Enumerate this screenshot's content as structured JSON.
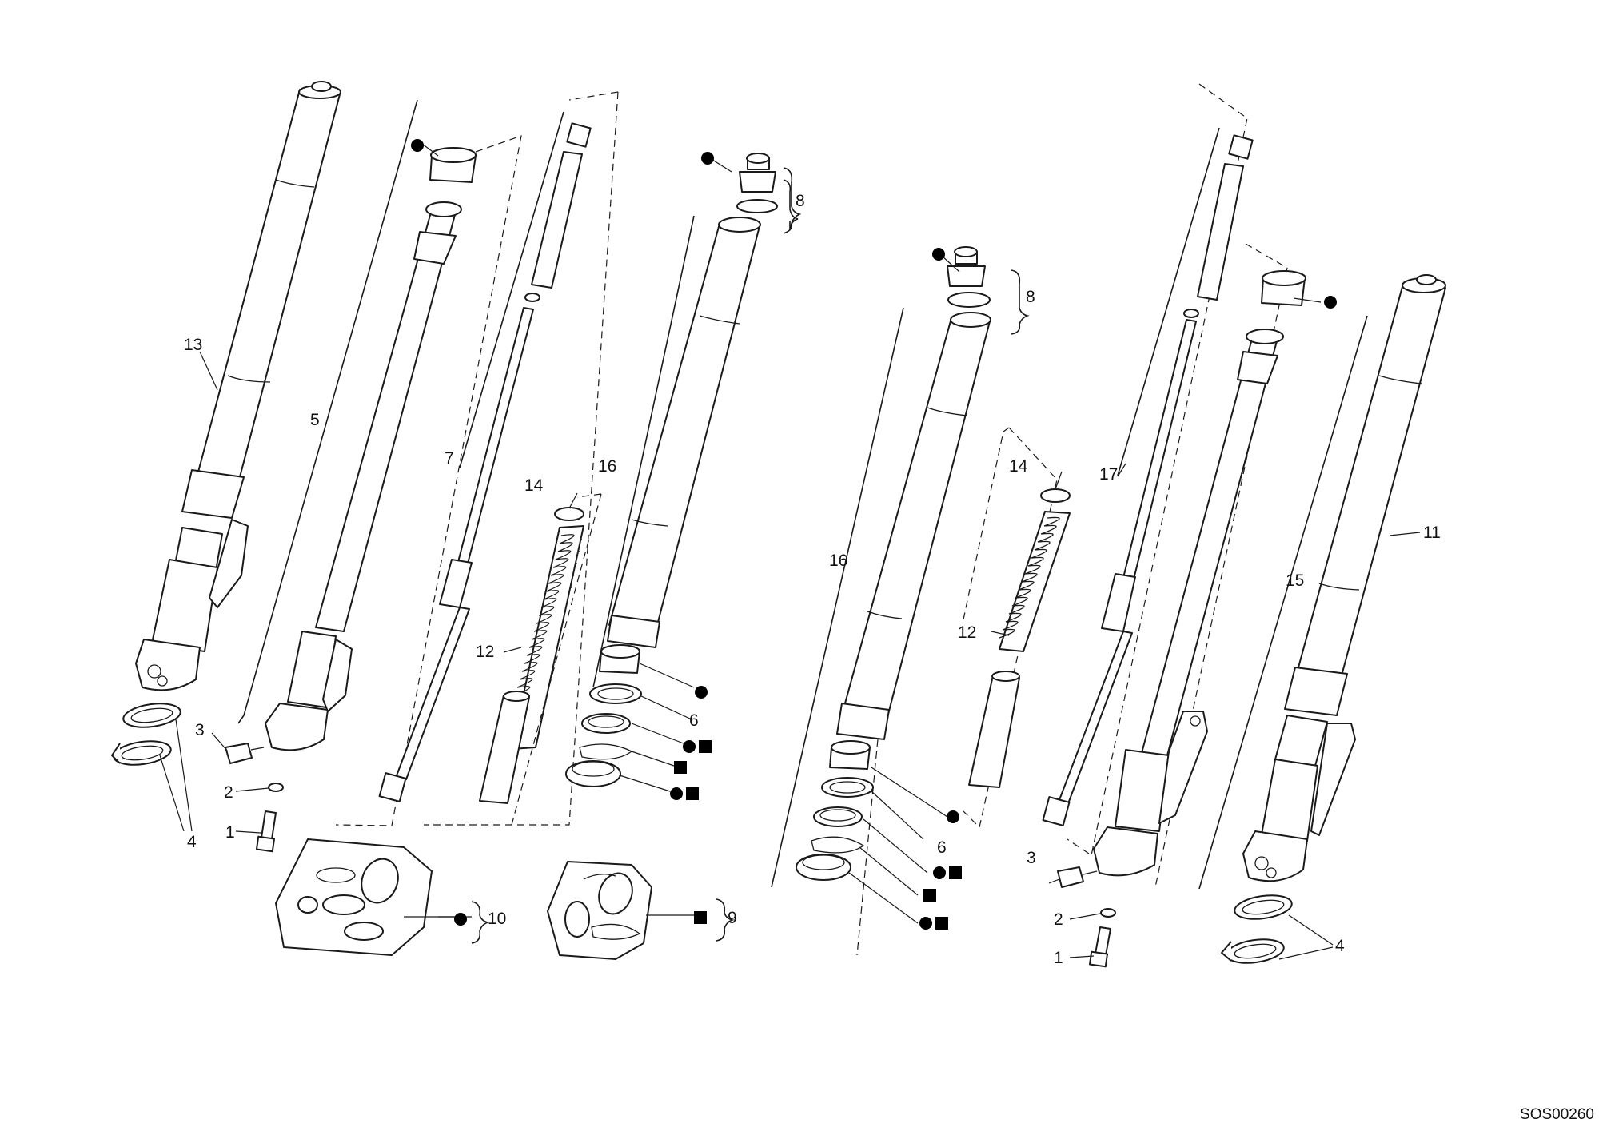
{
  "diagram": {
    "drawing_code": "SOS00260",
    "labels": [
      "1",
      "2",
      "3",
      "4",
      "5",
      "6",
      "7",
      "8",
      "9",
      "10",
      "11",
      "12",
      "13",
      "14",
      "15",
      "16",
      "17"
    ]
  }
}
